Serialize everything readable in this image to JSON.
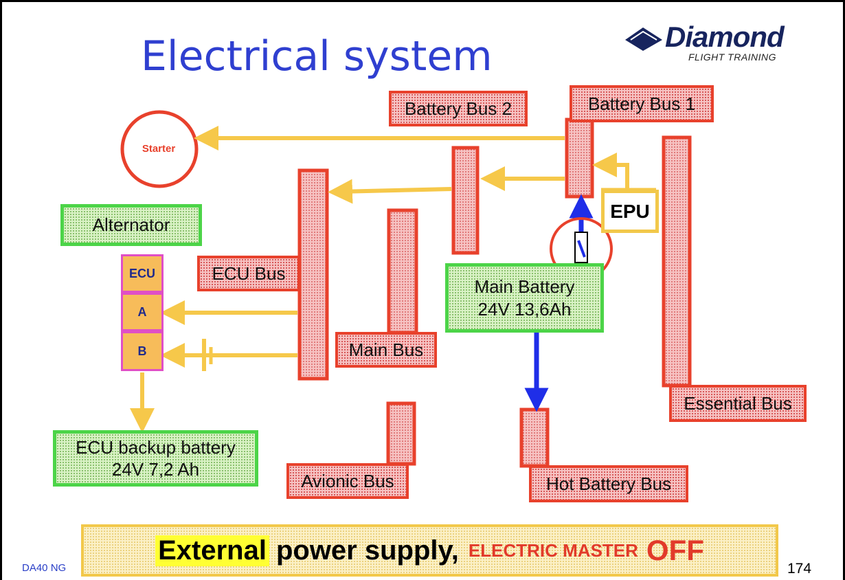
{
  "title": "Electrical system",
  "logo": {
    "name": "Diamond",
    "subtitle": "FLIGHT TRAINING"
  },
  "components": {
    "starter": "Starter",
    "alternator": "Alternator",
    "ecu": "ECU",
    "ecu_a": "A",
    "ecu_b": "B",
    "ecu_backup_battery": {
      "line1": "ECU backup battery",
      "line2": "24V  7,2 Ah"
    },
    "main_battery": {
      "line1": "Main Battery",
      "line2": "24V 13,6Ah"
    },
    "epu": "EPU"
  },
  "buses": {
    "battery_bus_1": "Battery Bus 1",
    "battery_bus_2": "Battery Bus 2",
    "ecu_bus": "ECU Bus",
    "main_bus": "Main Bus",
    "essential_bus": "Essential Bus",
    "avionic_bus": "Avionic Bus",
    "hot_battery_bus": "Hot Battery Bus"
  },
  "banner": {
    "part1": "External",
    "part2": "power supply,",
    "part3": "ELECTRIC MASTER",
    "part4": "OFF"
  },
  "footer": {
    "left": "DA40 NG",
    "page_number": "174"
  },
  "colors": {
    "bus_red": "#e8412c",
    "flow_yellow": "#f6c84a",
    "flow_blue": "#1f2ee8",
    "title_blue": "#2f3fd0"
  }
}
